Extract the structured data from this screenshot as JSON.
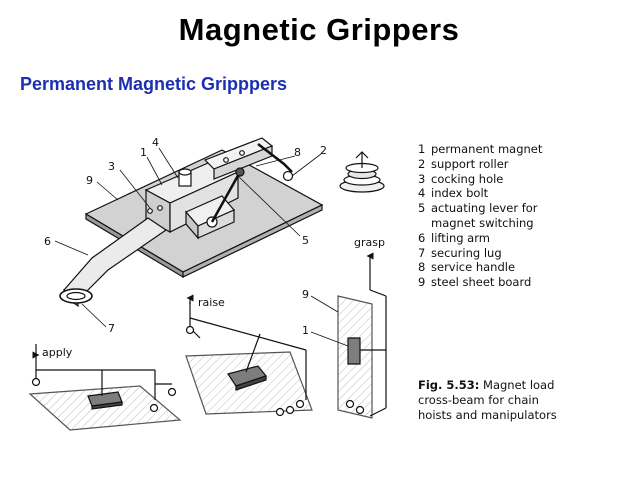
{
  "title": "Magnetic  Grippers",
  "subtitle": "Permanent Magnetic Gripppers",
  "legend": [
    {
      "num": "1",
      "label": "permanent magnet"
    },
    {
      "num": "2",
      "label": "support roller"
    },
    {
      "num": "3",
      "label": "cocking hole"
    },
    {
      "num": "4",
      "label": "index bolt"
    },
    {
      "num": "5",
      "label": "actuating lever for"
    },
    {
      "num": "",
      "label": "magnet switching"
    },
    {
      "num": "6",
      "label": "lifting arm"
    },
    {
      "num": "7",
      "label": "securing lug"
    },
    {
      "num": "8",
      "label": "service handle"
    },
    {
      "num": "9",
      "label": "steel sheet board"
    }
  ],
  "caption": {
    "fig": "Fig. 5.53:",
    "line1": " Magnet load",
    "line2": "cross-beam for chain",
    "line3": "hoists and manipulators"
  },
  "callouts": {
    "c1": "1",
    "c2": "2",
    "c3": "3",
    "c4": "4",
    "c5": "5",
    "c6": "6",
    "c7": "7",
    "c8": "8",
    "c9": "9",
    "c9b": "9",
    "c1b": "1"
  },
  "actions": {
    "grasp": "grasp",
    "raise": "raise",
    "apply": "apply"
  },
  "colors": {
    "title": "#000000",
    "subtitle": "#1c2fb0",
    "plate_fill": "#d9d9d9",
    "plate_glass": "#e6e6e6",
    "magnet_dark": "#7a7a7a"
  }
}
